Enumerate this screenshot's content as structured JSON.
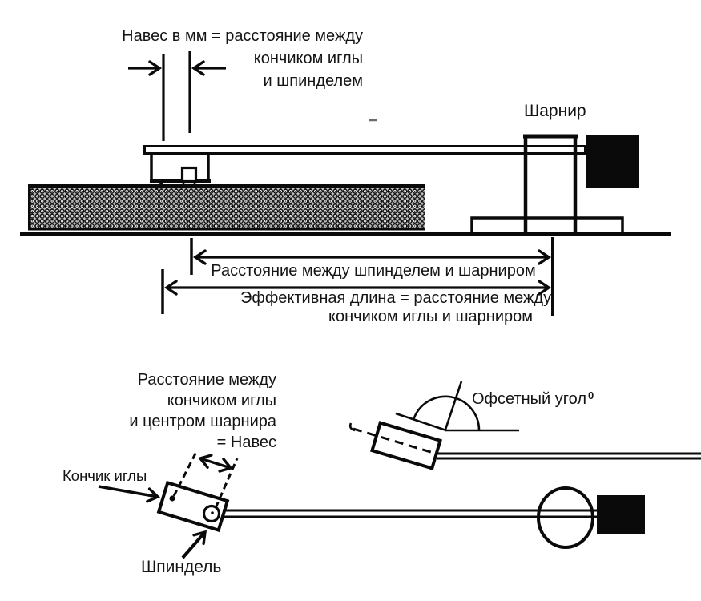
{
  "colors": {
    "ink": "#0a0a0a",
    "paper": "#ffffff",
    "record_fill": "#c2c2c2"
  },
  "top_diagram": {
    "overhang_label": {
      "line1": "Навес в мм = расстояние между",
      "line2": "кончиком иглы",
      "line3": "и шпинделем"
    },
    "pivot_label": "Шарнир",
    "dim_spindle_pivot_label": "Расстояние между шпинделем и шарниром",
    "dim_effective_label": {
      "line1": "Эффективная длина = расстояние между",
      "line2": "кончиком иглы и шарниром"
    }
  },
  "bottom_diagram": {
    "overhang_block": {
      "line1": "Расстояние между",
      "line2": "кончиком иглы",
      "line3": "и центром шарнира",
      "line4": "= Навес"
    },
    "needle_tip_label": "Кончик иглы",
    "spindle_label": "Шпиндель",
    "offset_angle_label": "Офсетный угол",
    "offset_angle_sup": "0"
  }
}
